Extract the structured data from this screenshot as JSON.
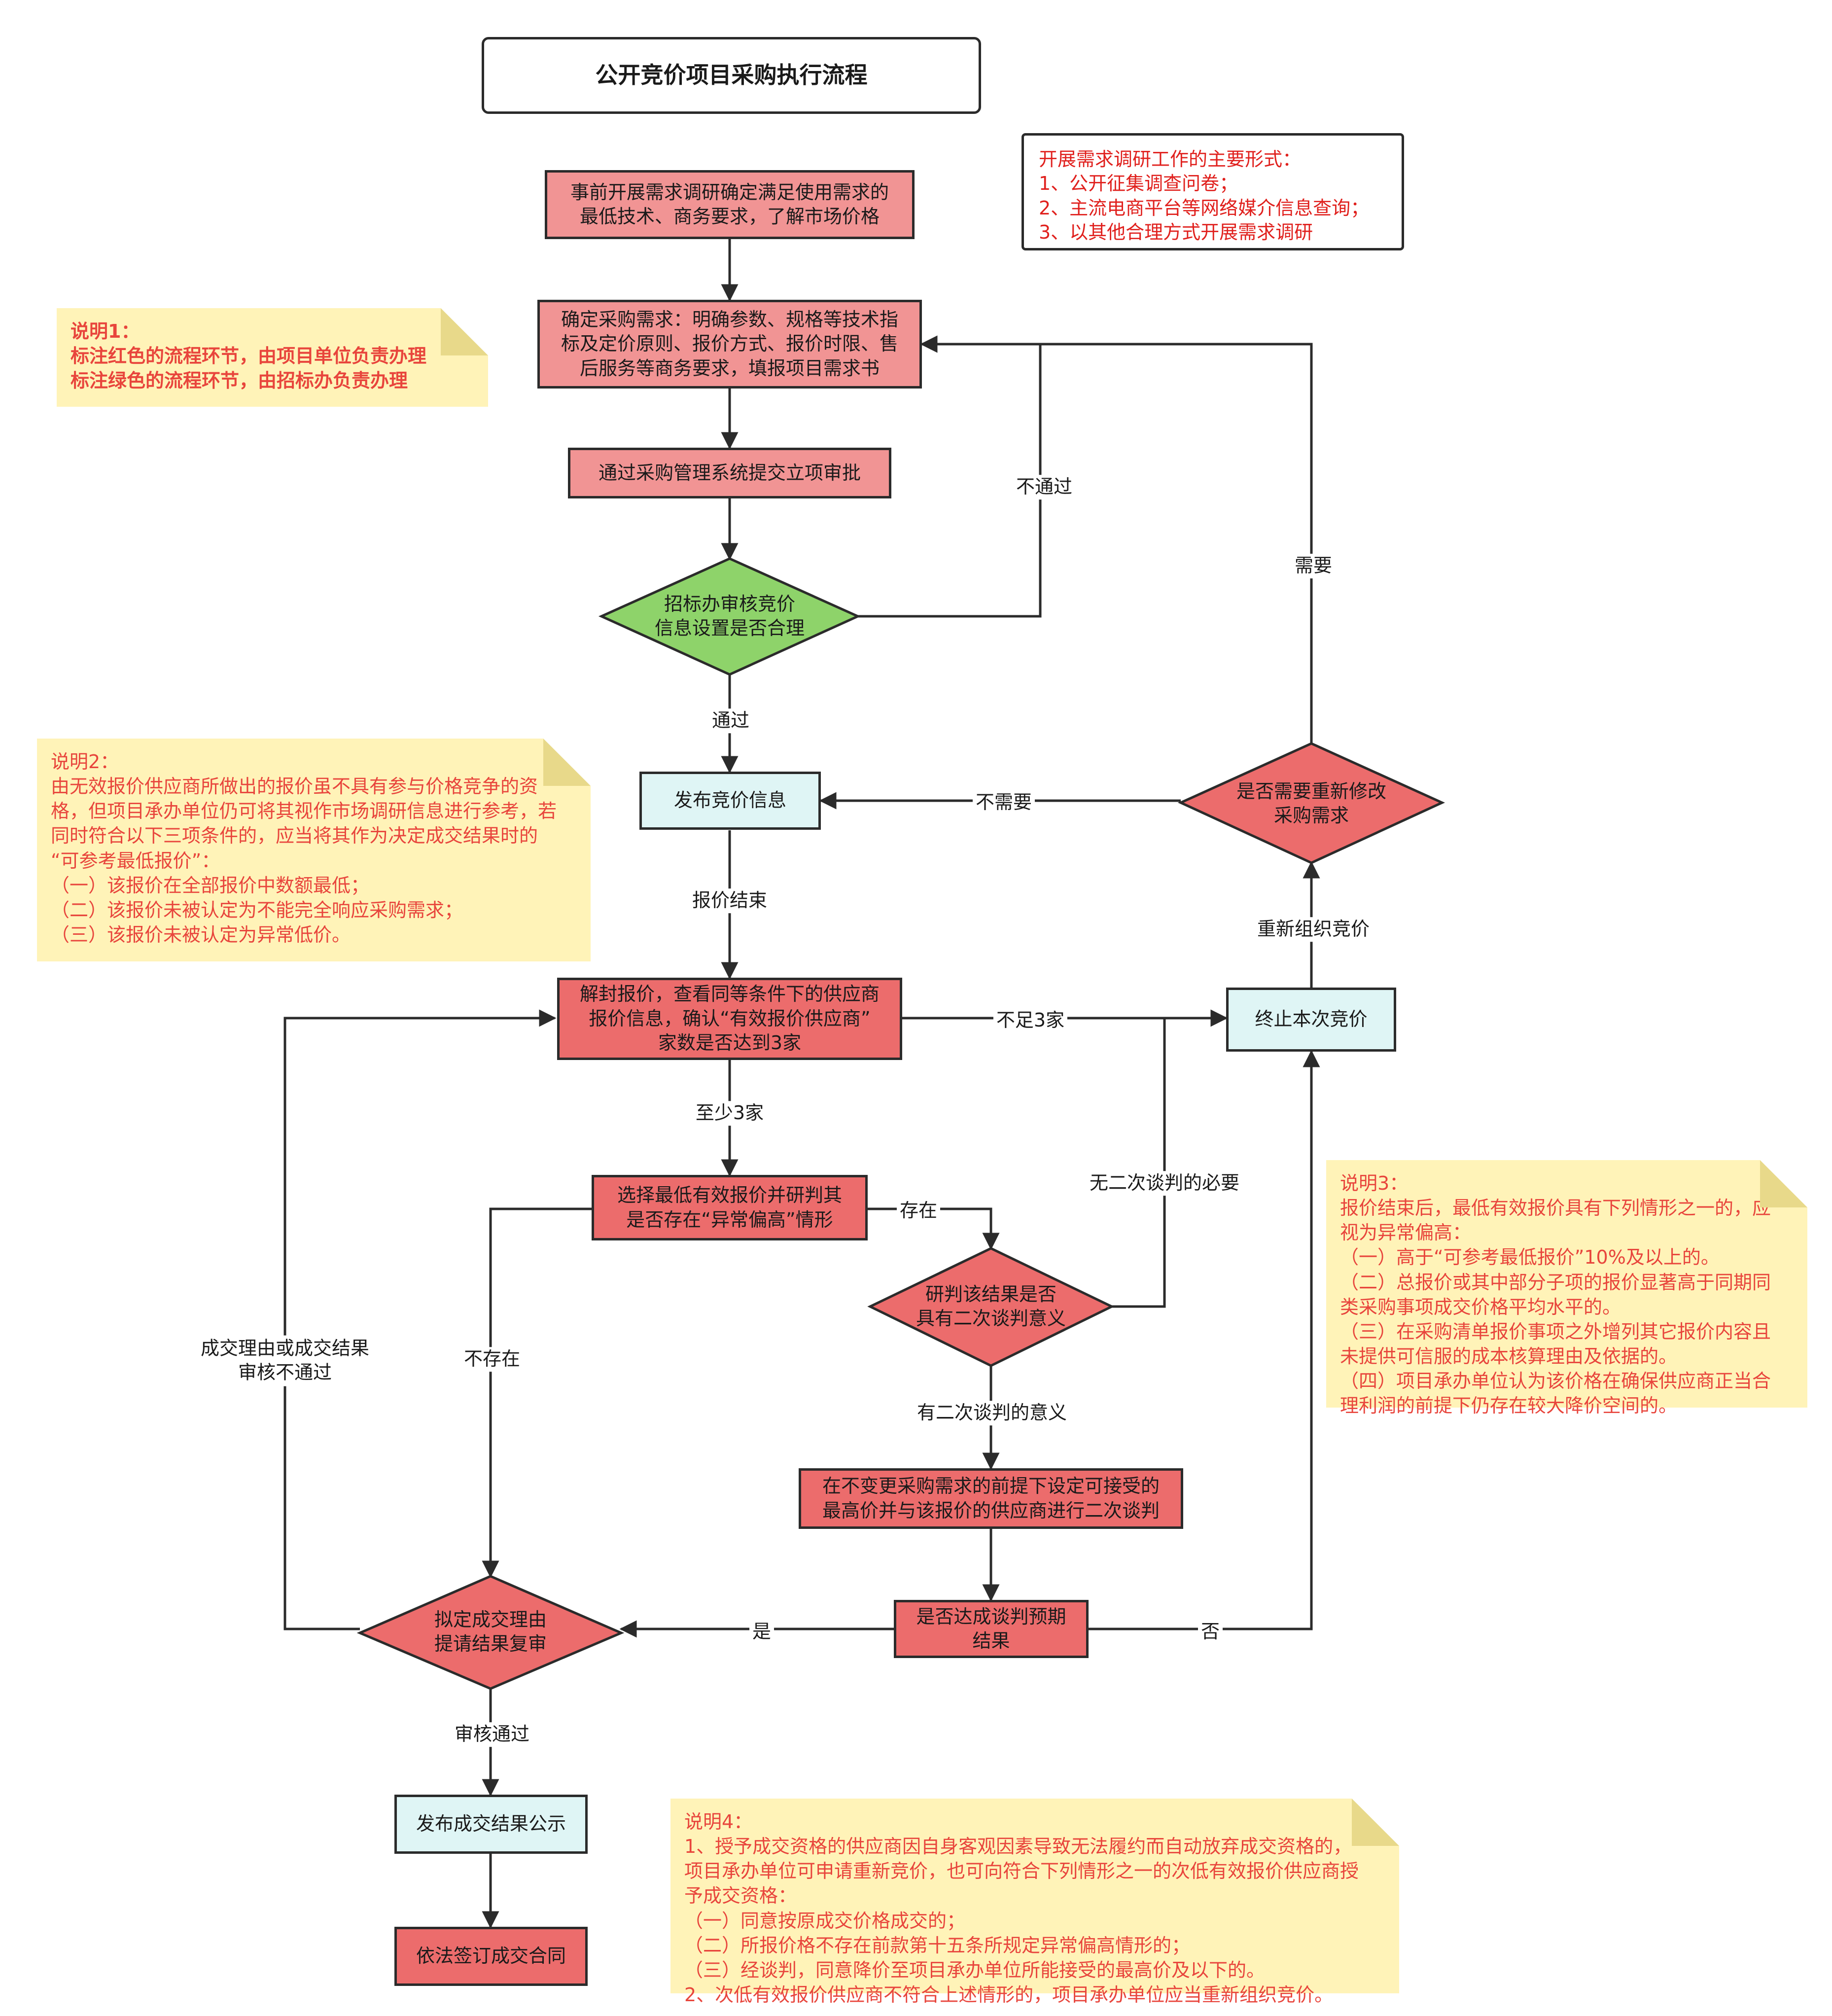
{
  "title": "公开竞价项目采购执行流程",
  "colors": {
    "unit_step_fill": "#f19494",
    "unit_step_fill_dark": "#ec6c6c",
    "office_step_fill": "#8ed36a",
    "neutral_step_fill": "#dff5f5",
    "note_fill": "#fff3b8",
    "note_text": "#e8453c"
  },
  "research_forms": {
    "heading": "开展需求调研工作的主要形式：",
    "items": [
      "1、公开征集调查问卷；",
      "2、主流电商平台等网络媒介信息查询；",
      "3、以其他合理方式开展需求调研"
    ]
  },
  "nodes": {
    "research": [
      "事前开展需求调研确定满足使用需求的",
      "最低技术、商务要求，了解市场价格"
    ],
    "confirm_needs": [
      "确定采购需求：明确参数、规格等技术指",
      "标及定价原则、报价方式、报价时限、售",
      "后服务等商务要求，填报项目需求书"
    ],
    "submit_approval": [
      "通过采购管理系统提交立项审批"
    ],
    "office_review": [
      "招标办审核竞价",
      "信息设置是否合理"
    ],
    "publish_bid": [
      "发布竞价信息"
    ],
    "open_quotes": [
      "解封报价，查看同等条件下的供应商",
      "报价信息，确认“有效报价供应商”",
      "家数是否达到3家"
    ],
    "select_lowest": [
      "选择最低有效报价并研判其",
      "是否存在“异常偏高”情形"
    ],
    "judge_negotiation": [
      "研判该结果是否",
      "具有二次谈判意义"
    ],
    "set_max_price": [
      "在不变更采购需求的前提下设定可接受的",
      "最高价并与该报价的供应商进行二次谈判"
    ],
    "reach_expectation": [
      "是否达成谈判预期",
      "结果"
    ],
    "draft_reason": [
      "拟定成交理由",
      "提请结果复审"
    ],
    "publish_result": [
      "发布成交结果公示"
    ],
    "sign_contract": [
      "依法签订成交合同"
    ],
    "terminate": [
      "终止本次竞价"
    ],
    "modify_needs": [
      "是否需要重新修改",
      "采购需求"
    ]
  },
  "edge_labels": {
    "not_pass": "不通过",
    "need": "需要",
    "pass": "通过",
    "no_need": "不需要",
    "quote_end": "报价结束",
    "reorganize": "重新组织竞价",
    "less_than_3": "不足3家",
    "at_least_3": "至少3家",
    "no_second_negotiation": "无二次谈判的必要",
    "exists": "存在",
    "review_failed": [
      "成交理由或成交结果",
      "审核不通过"
    ],
    "not_exists": "不存在",
    "has_meaning": "有二次谈判的意义",
    "yes": "是",
    "no": "否",
    "review_passed": "审核通过"
  },
  "notes": {
    "note1": {
      "heading": "说明1：",
      "lines": [
        "标注红色的流程环节，由项目单位负责办理",
        "标注绿色的流程环节，由招标办负责办理"
      ]
    },
    "note2": {
      "heading": "说明2：",
      "lines": [
        "由无效报价供应商所做出的报价虽不具有参与价格竞争的资",
        "格，但项目承办单位仍可将其视作市场调研信息进行参考，若",
        "同时符合以下三项条件的，应当将其作为决定成交结果时的",
        "“可参考最低报价”：",
        "（一）该报价在全部报价中数额最低；",
        "（二）该报价未被认定为不能完全响应采购需求；",
        "（三）该报价未被认定为异常低价。"
      ]
    },
    "note3": {
      "heading": "说明3：",
      "lines": [
        "报价结束后，最低有效报价具有下列情形之一的，应",
        "视为异常偏高：",
        "（一）高于“可参考最低报价”10%及以上的。",
        "（二）总报价或其中部分子项的报价显著高于同期同",
        "类采购事项成交价格平均水平的。",
        "（三）在采购清单报价事项之外增列其它报价内容且",
        "未提供可信服的成本核算理由及依据的。",
        "（四）项目承办单位认为该价格在确保供应商正当合",
        "理利润的前提下仍存在较大降价空间的。"
      ]
    },
    "note4": {
      "heading": "说明4：",
      "lines": [
        "1、授予成交资格的供应商因自身客观因素导致无法履约而自动放弃成交资格的，",
        "项目承办单位可申请重新竞价，也可向符合下列情形之一的次低有效报价供应商授",
        "予成交资格：",
        "（一）同意按原成交价格成交的；",
        "（二）所报价格不存在前款第十五条所规定异常偏高情形的；",
        "（三）经谈判，同意降价至项目承办单位所能接受的最高价及以下的。",
        "2、次低有效报价供应商不符合上述情形的，项目承办单位应当重新组织竞价。"
      ]
    }
  }
}
